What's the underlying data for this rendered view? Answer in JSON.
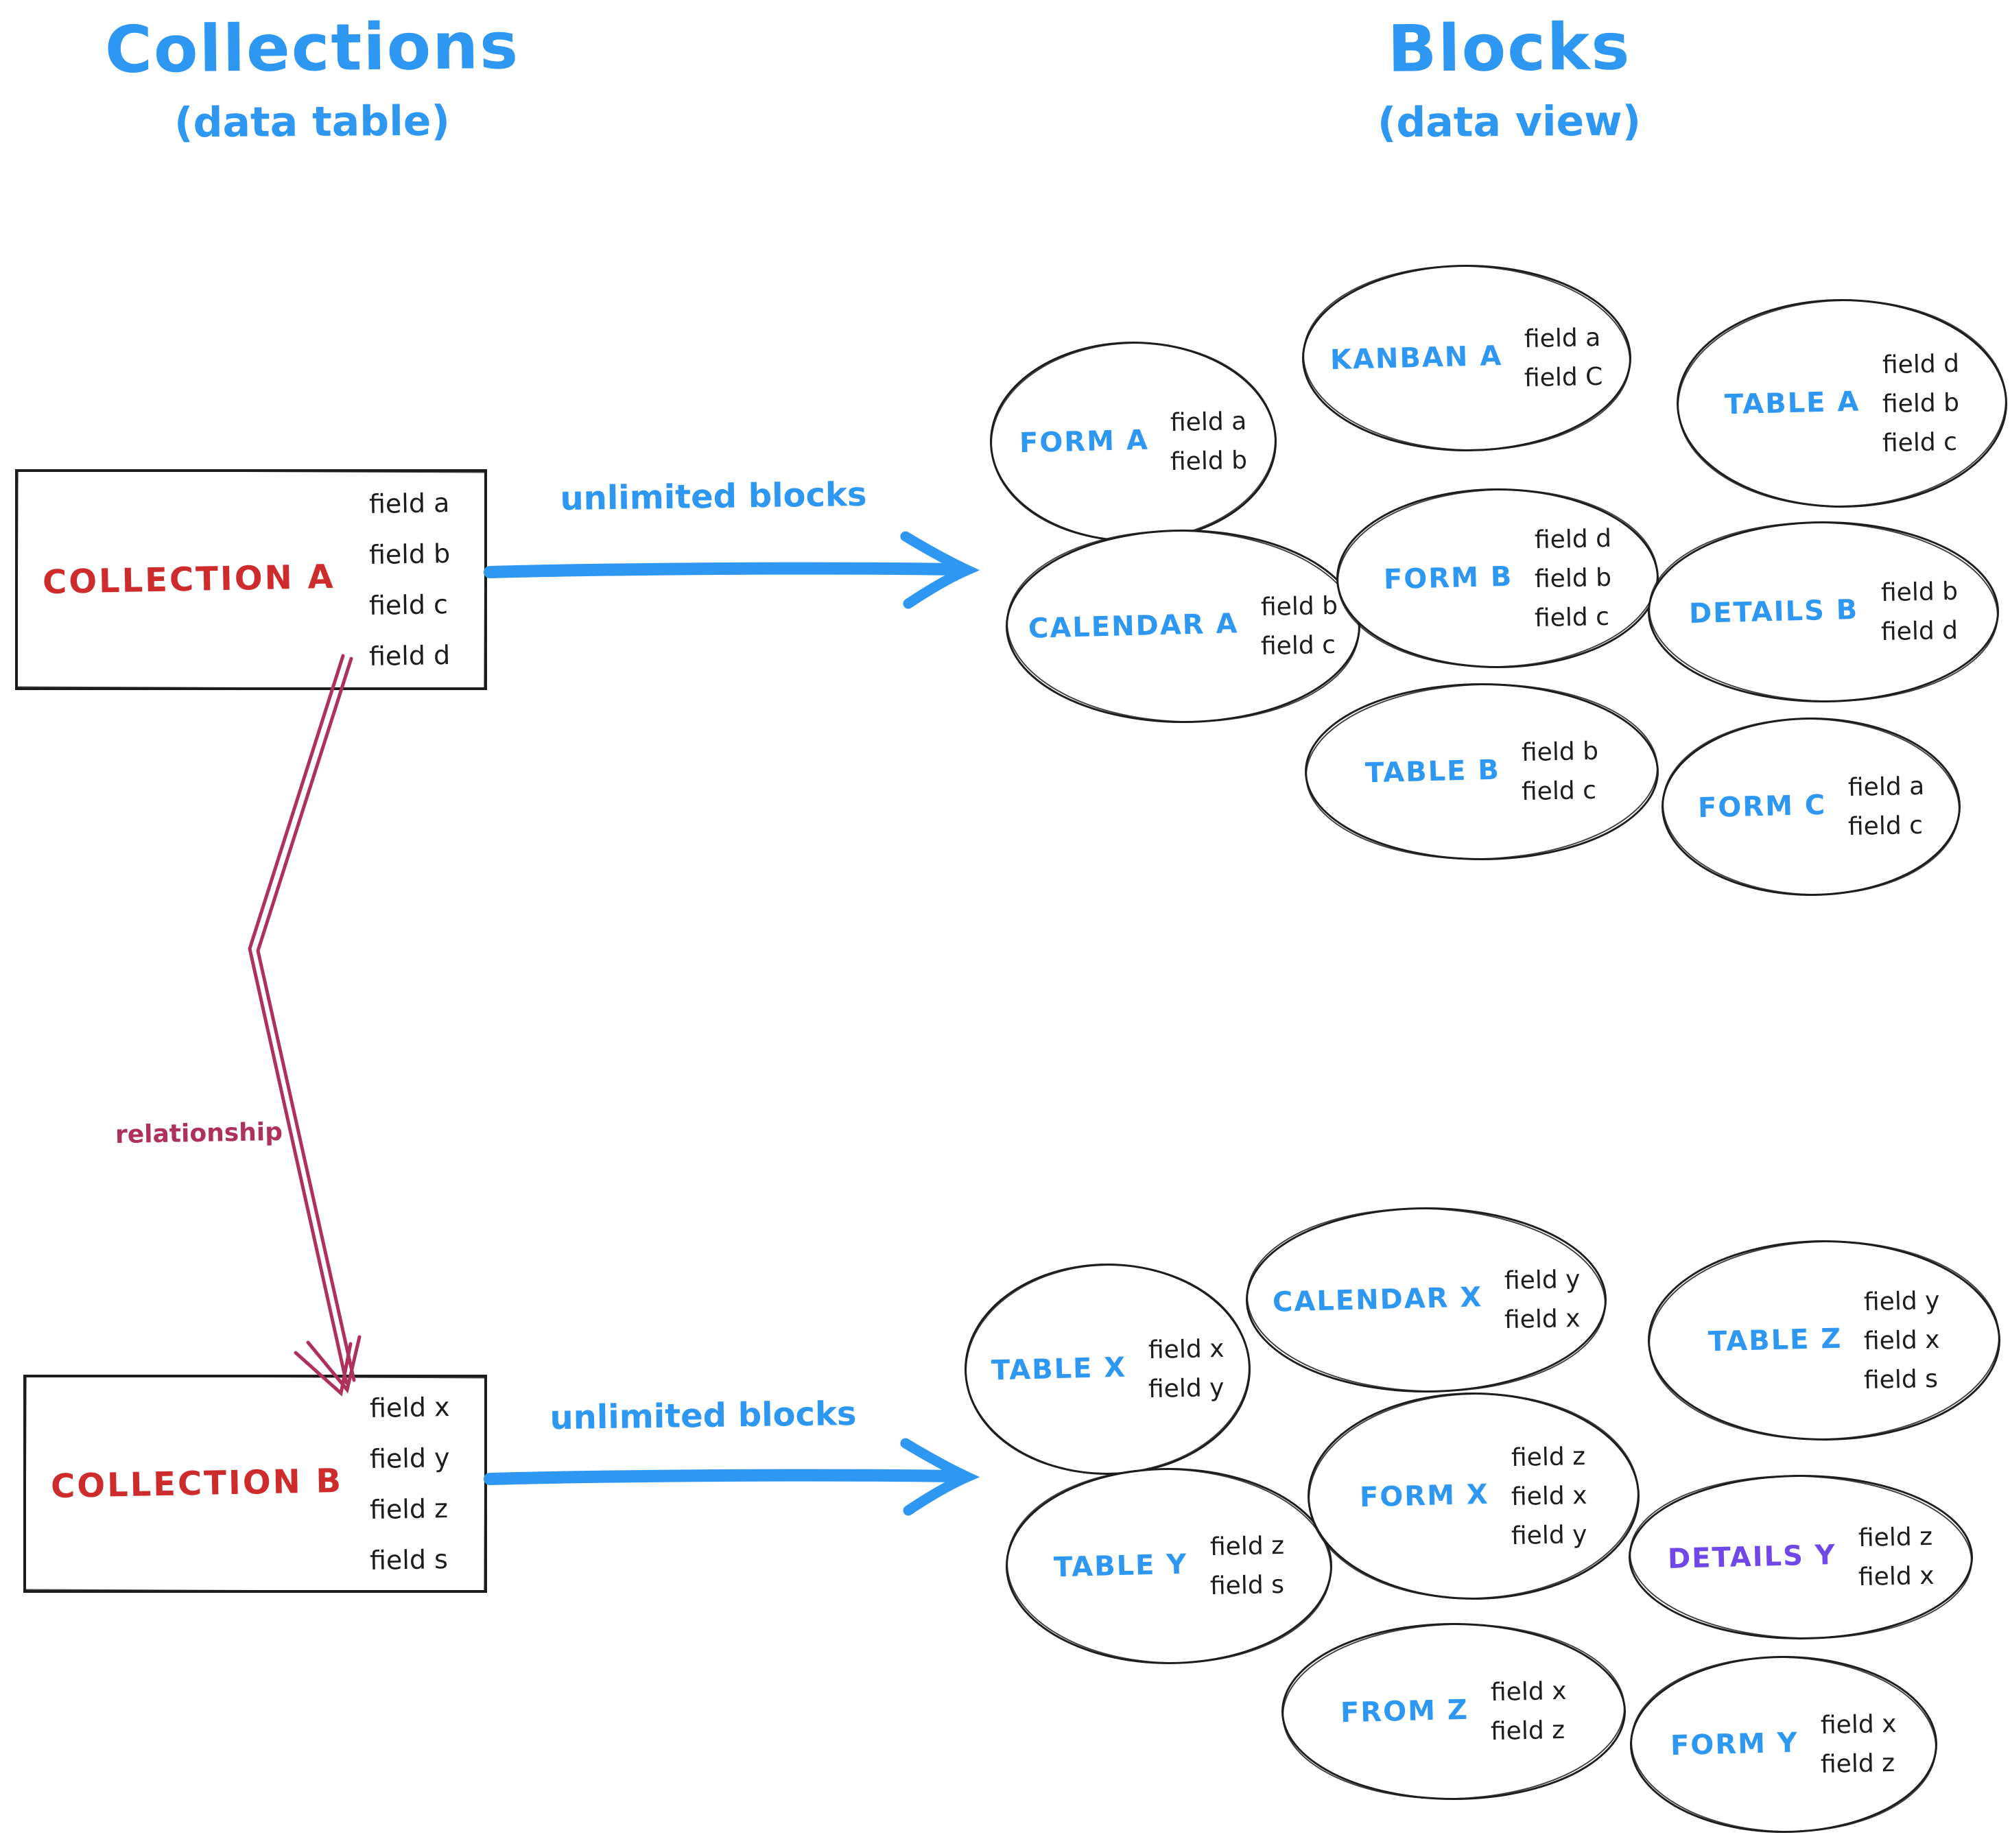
{
  "palette": {
    "blue": "#2e97f2",
    "red": "#ce2c2c",
    "crimson": "#ad3159",
    "purple": "#7048e8",
    "ink": "#1d1d1d"
  },
  "left": {
    "title": "Collections",
    "subtitle": "(data table)",
    "relationship_label": "relationship",
    "collection_a": {
      "name": "COLLECTION A",
      "fields": [
        "field a",
        "field b",
        "field c",
        "field d"
      ]
    },
    "collection_b": {
      "name": "COLLECTION B",
      "fields": [
        "field x",
        "field y",
        "field z",
        "field s"
      ]
    }
  },
  "right": {
    "title": "Blocks",
    "subtitle": "(data view)"
  },
  "arrows": {
    "top_label": "unlimited blocks",
    "bottom_label": "unlimited blocks"
  },
  "blocks_a": [
    {
      "name": "FORM A",
      "fields": [
        "field a",
        "field b"
      ]
    },
    {
      "name": "KANBAN A",
      "fields": [
        "field a",
        "field C"
      ]
    },
    {
      "name": "TABLE A",
      "fields": [
        "field d",
        "field b",
        "field c"
      ]
    },
    {
      "name": "CALENDAR A",
      "fields": [
        "field b",
        "field c"
      ]
    },
    {
      "name": "FORM B",
      "fields": [
        "field d",
        "field b",
        "field c"
      ]
    },
    {
      "name": "DETAILS B",
      "fields": [
        "field b",
        "field d"
      ]
    },
    {
      "name": "TABLE B",
      "fields": [
        "field b",
        "field c"
      ]
    },
    {
      "name": "FORM C",
      "fields": [
        "field a",
        "field c"
      ]
    }
  ],
  "blocks_b": [
    {
      "name": "TABLE X",
      "fields": [
        "field x",
        "field y"
      ]
    },
    {
      "name": "CALENDAR X",
      "fields": [
        "field y",
        "field x"
      ]
    },
    {
      "name": "TABLE Z",
      "fields": [
        "field y",
        "field x",
        "field s"
      ]
    },
    {
      "name": "TABLE Y",
      "fields": [
        "field z",
        "field s"
      ]
    },
    {
      "name": "FORM X",
      "fields": [
        "field z",
        "field x",
        "field y"
      ]
    },
    {
      "name": "DETAILS Y",
      "fields": [
        "field z",
        "field x"
      ]
    },
    {
      "name": "FROM Z",
      "fields": [
        "field x",
        "field z"
      ]
    },
    {
      "name": "FORM Y",
      "fields": [
        "field x",
        "field z"
      ]
    }
  ]
}
